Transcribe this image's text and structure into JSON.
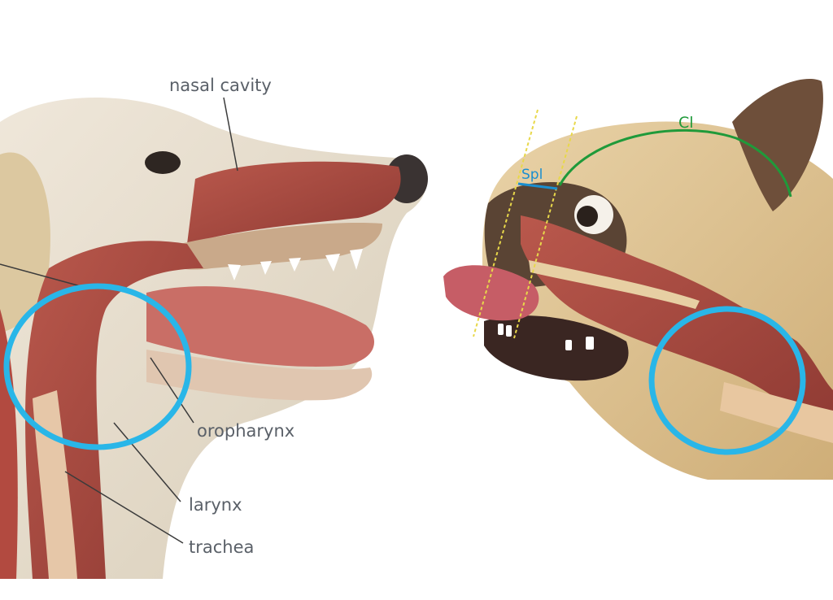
{
  "left_diagram": {
    "labels": {
      "nasal_cavity": "nasal cavity",
      "oropharynx": "oropharynx",
      "larynx": "larynx",
      "trachea": "trachea"
    }
  },
  "right_diagram": {
    "labels": {
      "spl": "Spl",
      "cl": "Cl"
    }
  },
  "colors": {
    "highlight_circle": "#29b6e8",
    "cl_arc": "#1f9a3a",
    "spl_line": "#1a8fd0",
    "guide_lines": "#e8d84a",
    "tissue": "#a8473e",
    "label_text": "#5a6068"
  }
}
